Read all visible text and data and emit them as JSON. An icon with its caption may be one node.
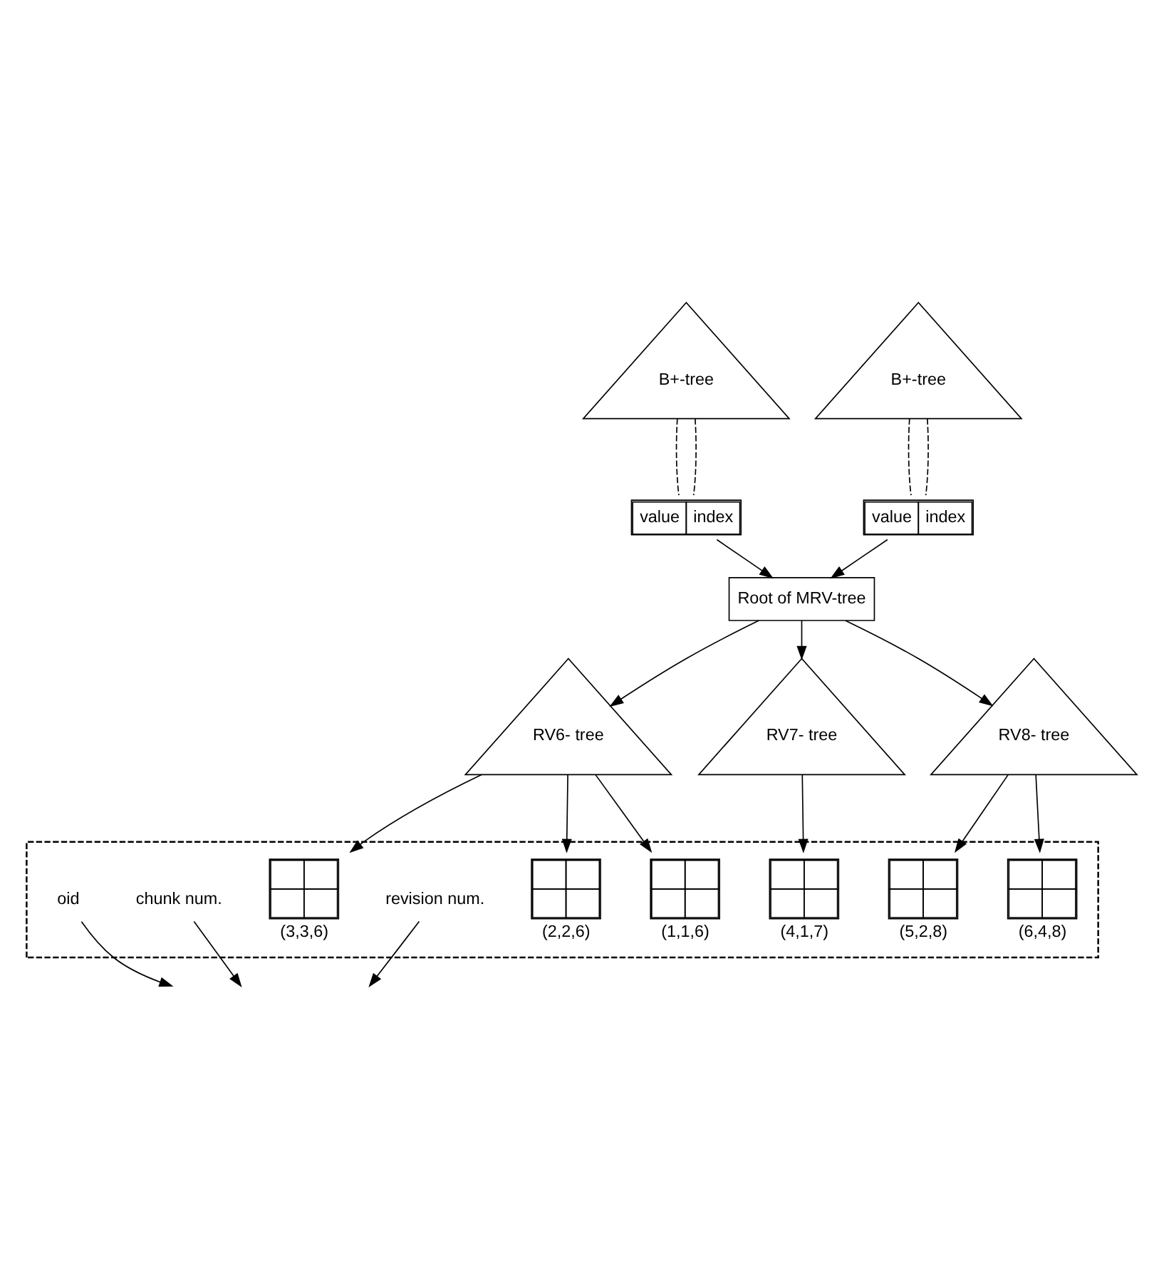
{
  "diagram": {
    "nodes": [
      {
        "text": [
          "B+-tree"
        ]
      },
      {
        "text": [
          "B+-tree"
        ]
      },
      {
        "text": [
          "value",
          "index"
        ]
      },
      {
        "text": [
          "value",
          "index"
        ]
      },
      {
        "text": [
          "Root of MRV-tree"
        ]
      },
      {
        "text": [
          "RV6- tree"
        ]
      },
      {
        "text": [
          "RV7- tree"
        ]
      },
      {
        "text": [
          "RV8- tree"
        ]
      },
      {
        "text": [],
        "shape": "box"
      },
      {
        "text": [],
        "shape": "box",
        "in": 8,
        "beside": [
          "(1,1,6)"
        ]
      },
      {
        "text": [],
        "shape": "box",
        "in": 8,
        "beside": [
          "(2,2,6)"
        ]
      },
      {
        "text": [],
        "shape": "box",
        "in": 8,
        "beside": [
          "(3,3,6)"
        ]
      },
      {
        "text": [],
        "shape": "box",
        "in": 8,
        "beside": [
          "(4,1,7)"
        ]
      },
      {
        "text": [],
        "shape": "box",
        "in": 8,
        "beside": [
          "(5,2,8)"
        ]
      },
      {
        "text": [],
        "shape": "box",
        "in": 8,
        "beside": [
          "(6,4,8)"
        ]
      },
      {
        "text": [
          "oid"
        ],
        "in": 8
      },
      {
        "text": [
          "chunk num."
        ],
        "in": 8
      },
      {
        "text": [
          "revision num."
        ],
        "in": 8
      }
    ],
    "edges": [
      {
        "from": 0,
        "to": 2,
        "arrow": "none",
        "style": "dashed"
      },
      {
        "from": 0,
        "to": 2,
        "arrow": "none",
        "style": "dashed"
      },
      {
        "from": 1,
        "to": 3,
        "arrow": "none",
        "style": "dashed"
      },
      {
        "from": 1,
        "to": 3,
        "arrow": "none",
        "style": "dashed"
      },
      {
        "from": 2,
        "to": 4,
        "arrow": "to"
      },
      {
        "from": 3,
        "to": 4,
        "arrow": "to"
      },
      {
        "from": 4,
        "to": 5,
        "arrow": "to"
      },
      {
        "from": 4,
        "to": 6,
        "arrow": "to"
      },
      {
        "from": 4,
        "to": 7,
        "arrow": "to"
      },
      {
        "from": 5,
        "to": 9,
        "arrow": "to"
      },
      {
        "from": 5,
        "to": 10,
        "arrow": "to"
      },
      {
        "from": 5,
        "to": 11,
        "arrow": "to"
      },
      {
        "from": 6,
        "to": 12,
        "arrow": "to"
      },
      {
        "from": 7,
        "to": 13,
        "arrow": "to"
      },
      {
        "from": 7,
        "to": 14,
        "arrow": "to"
      },
      {
        "from": 15,
        "to": null,
        "arrow": "to"
      },
      {
        "from": 16,
        "to": null,
        "arrow": "to"
      },
      {
        "from": 17,
        "to": null,
        "arrow": "to"
      }
    ]
  }
}
